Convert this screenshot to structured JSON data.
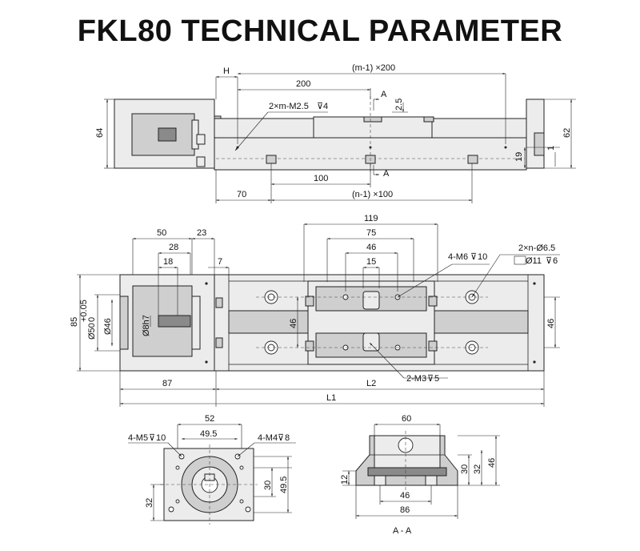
{
  "title": "FKL80 TECHNICAL PARAMETER",
  "side_view": {
    "h": "H",
    "m200": "(m-1) ×200",
    "d200": "200",
    "thread": "2×m-M2.5",
    "thread_depth": "4",
    "section_a_top": "A",
    "section_a_bottom": "A",
    "d2_5": "2.5",
    "d64": "64",
    "d62": "62",
    "d19": "19",
    "d1": "1",
    "d100": "100",
    "d70": "70",
    "n100": "(n-1) ×100"
  },
  "top_view": {
    "d119": "119",
    "d75": "75",
    "d46": "46",
    "d15": "15",
    "d50": "50",
    "d23": "23",
    "d28": "28",
    "d18": "18",
    "d7": "7",
    "m6": "4-M6",
    "m6_depth": "10",
    "hole": "2×n-Ø6.5",
    "cbore": "Ø11",
    "cbore_depth": "6",
    "d85": "85",
    "d50tol": "Ø50",
    "tol_up": "+0.05",
    "tol_dn": "0",
    "d46dia": "Ø46",
    "d8h7": "Ø8h7",
    "d46v": "46",
    "d46r": "46",
    "m3": "2-M3",
    "m3_depth": "5",
    "d87": "87",
    "l2": "L2",
    "l1": "L1"
  },
  "end_view": {
    "d52": "52",
    "d49_5": "49.5",
    "m5": "4-M5",
    "m5_depth": "10",
    "m4": "4-M4",
    "m4_depth": "8",
    "d30": "30",
    "d49_5v": "49.5",
    "d32": "32"
  },
  "section_view": {
    "d60": "60",
    "d30": "30",
    "d32": "32",
    "d46": "46",
    "d12": "12",
    "d46b": "46",
    "d86": "86",
    "label": "A - A"
  }
}
